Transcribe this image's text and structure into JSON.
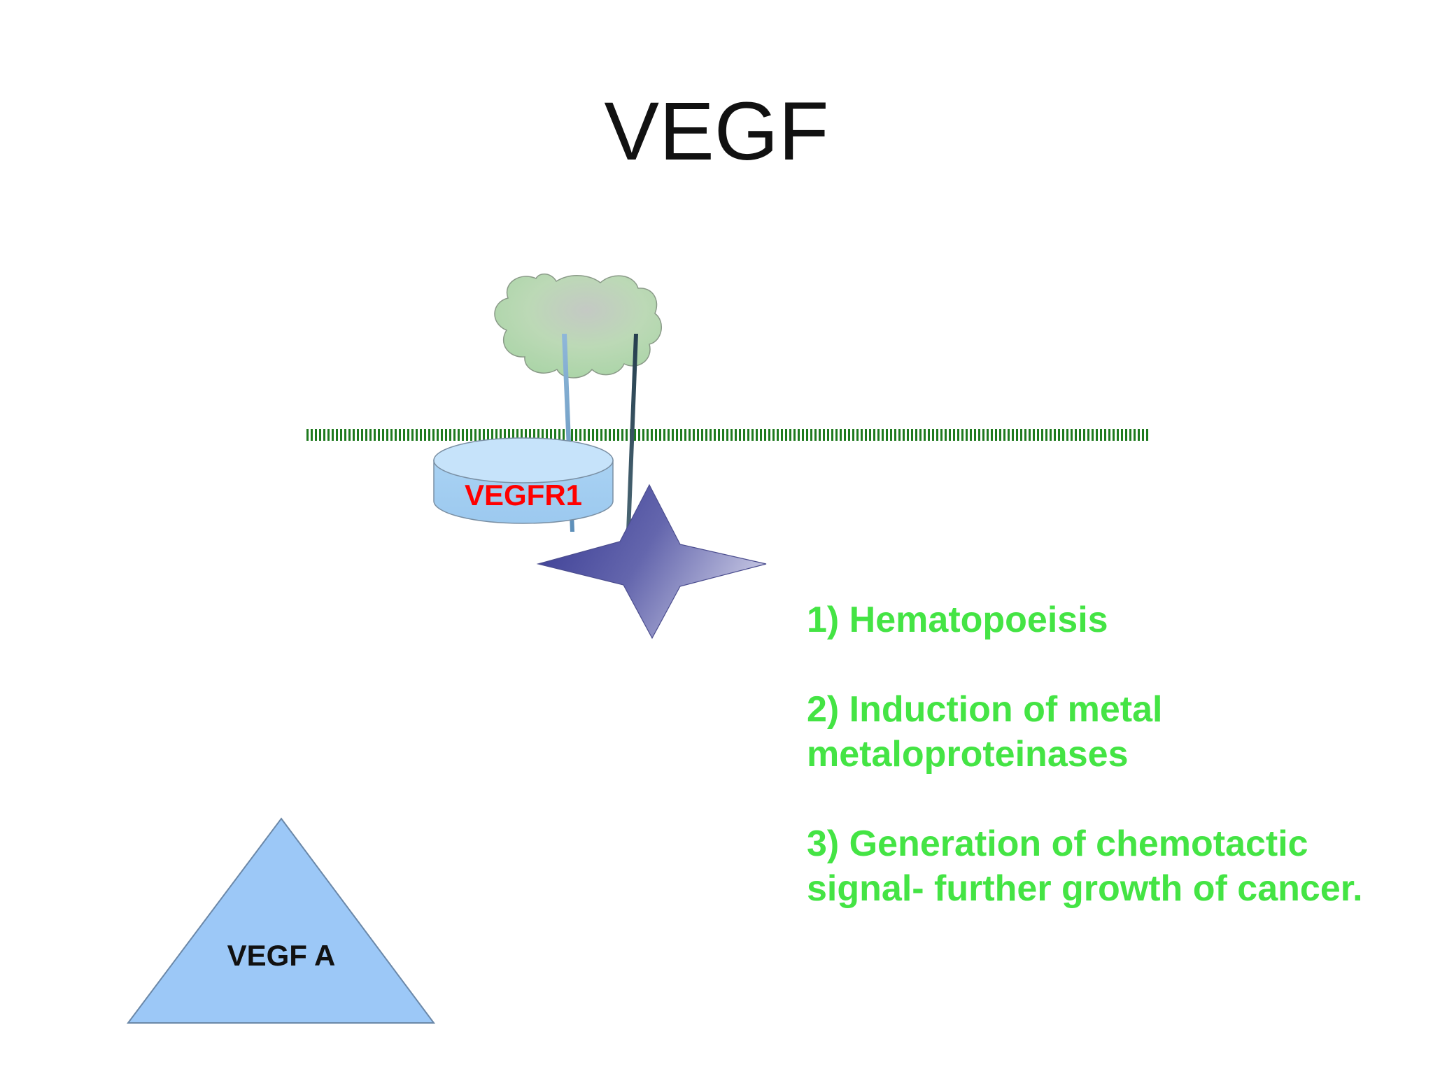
{
  "slide": {
    "title": "VEGF",
    "receptor_label": "VEGFR1",
    "ligand_label": "VEGF A",
    "effects": [
      "1) Hematopoeisis",
      "2) Induction of metal metaloproteinases",
      "3) Generation of chemotactic signal- further growth of cancer."
    ]
  },
  "colors": {
    "title": "#111111",
    "membrane": "#1f7a1f",
    "receptor_fill": "#b9dcf7",
    "receptor_label": "#ff0000",
    "ligand_fill": "#9cc8f7",
    "ligand_label": "#111111",
    "effects_text": "#44e444",
    "cloud_fill": "#b8d7b2",
    "star_dark": "#45479c",
    "star_light": "#c4c6e2"
  }
}
